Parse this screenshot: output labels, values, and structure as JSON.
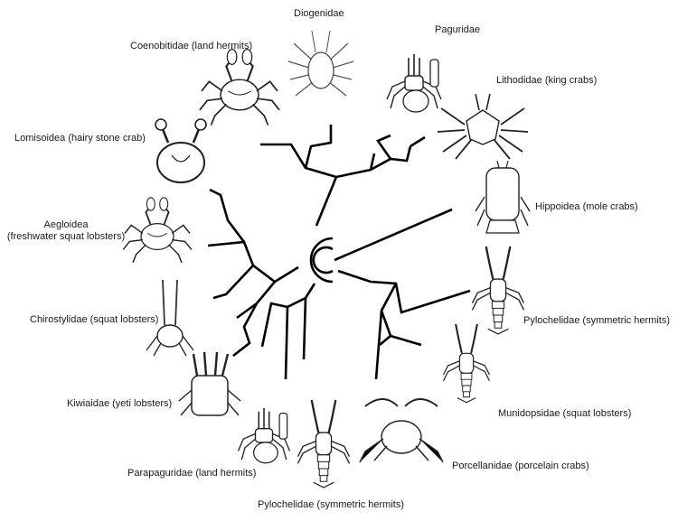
{
  "diagram": {
    "labels": {
      "diogenidae": "Diogenidae",
      "paguridae": "Paguridae",
      "coenobitidae": "Coenobitidae (land hermits)",
      "lithodidae": "Lithodidae (king crabs)",
      "lomisoidea": "Lomisoidea (hairy stone crab)",
      "hippoidea": "Hippoidea (mole crabs)",
      "aegloidea_1": "Aegloidea",
      "aegloidea_2": "(freshwater squat lobsters)",
      "chirostylidae": "Chirostylidae (squat lobsters)",
      "pylochelidae_right": "Pylochelidae (symmetric hermits)",
      "kiwaidae": "Kiwiaidae (yeti lobsters)",
      "munidopsidae": "Munidopsidae (squat lobsters)",
      "parapaguridae": "Parapaguridae (land hermits)",
      "porcellanidae": "Porcellanidae (porcelain crabs)",
      "pylochelidae_bottom": "Pylochelidae (symmetric hermits)"
    },
    "illustrations": [
      "coenobitidae-drawing",
      "diogenidae-drawing",
      "paguridae-drawing",
      "lithodidae-drawing",
      "hippoidea-drawing",
      "pylochelidae-drawing",
      "munidopsidae-drawing",
      "porcellanidae-drawing",
      "pylochelidae-bottom-drawing",
      "parapaguridae-drawing",
      "kiwaidae-drawing",
      "chirostylidae-drawing",
      "aegloidea-drawing",
      "lomisoidea-drawing"
    ]
  }
}
